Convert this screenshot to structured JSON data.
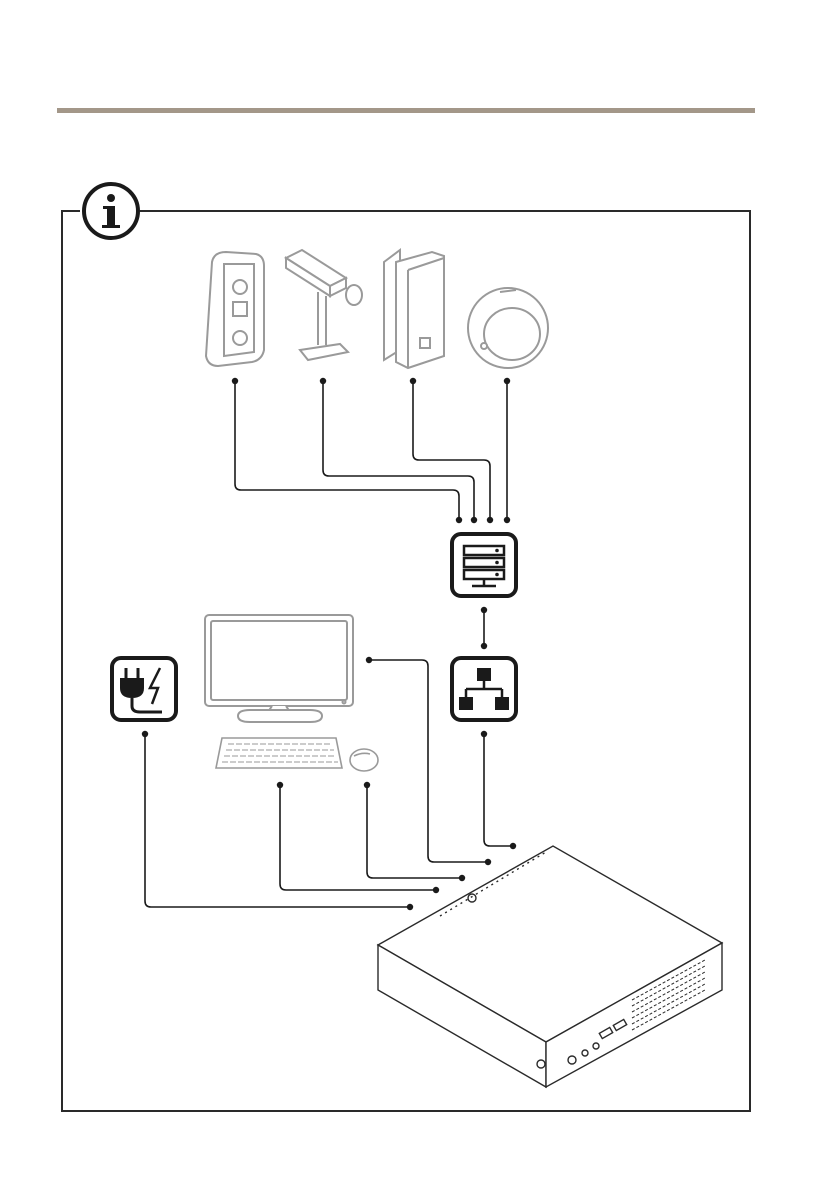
{
  "header": {
    "rule_color": "#a39789"
  },
  "colors": {
    "line": "#1a1a1a",
    "device_stroke": "#9a9a9a",
    "frame": "#2a2a2a"
  },
  "icons": {
    "info": "info-icon",
    "power": "power-plug-icon",
    "server": "server-icon",
    "network_switch": "network-switch-icon"
  },
  "devices": {
    "cameras": [
      "intercom-camera",
      "bullet-box-camera",
      "wall-mount-camera",
      "dome-camera"
    ],
    "workstation": [
      "monitor",
      "keyboard",
      "mouse"
    ],
    "recorder": "recorder-unit"
  }
}
